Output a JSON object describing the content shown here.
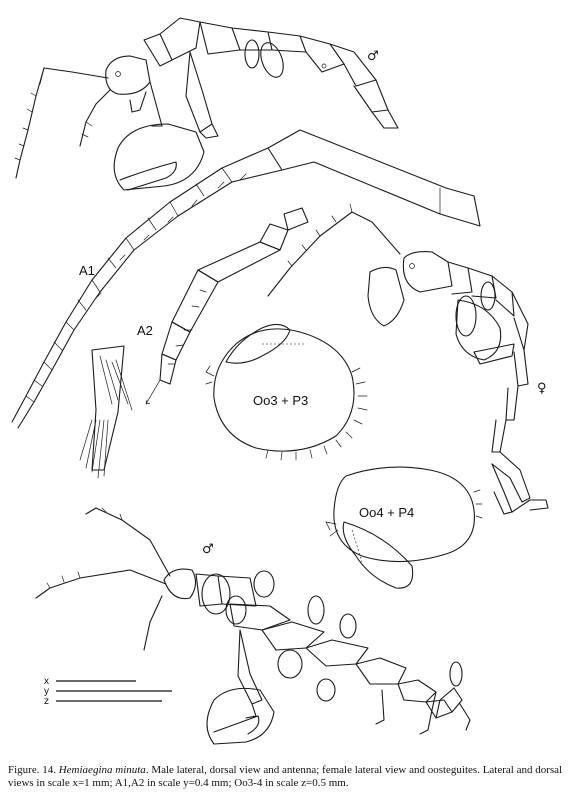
{
  "figure": {
    "labels": {
      "a1": "A1",
      "a2": "A2",
      "oo3": "Oo3 + P3",
      "oo4": "Oo4 + P4",
      "male_symbol": "♂",
      "female_symbol": "♀"
    },
    "scale_bars": [
      "x",
      "y",
      "z"
    ]
  },
  "caption": {
    "prefix": "Figure. 14.",
    "species": "Hemiaegina minuta",
    "text": ".  Male lateral, dorsal view and antenna; female lateral view and oosteguites. Lateral and dorsal views in scale x=1 mm; A1,A2 in scale y=0.4 mm; Oo3-4 in scale z=0.5 mm."
  }
}
